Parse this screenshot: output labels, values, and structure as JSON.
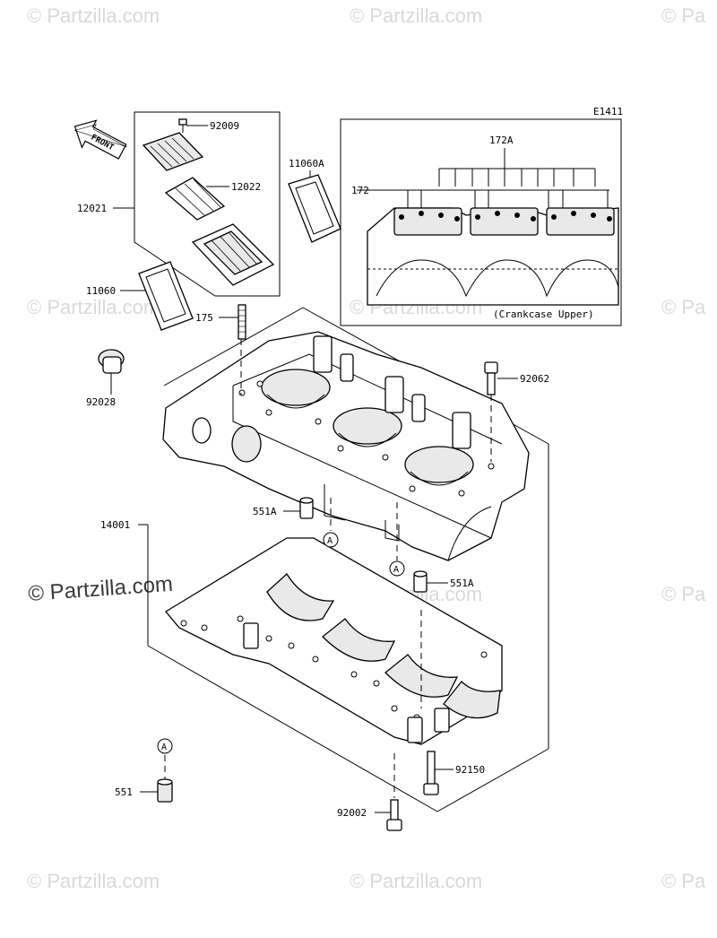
{
  "diagram_code": "E1411",
  "front_label": "FRONT",
  "inset_label": "(Crankcase Upper)",
  "watermark_text": "© Partzilla.com",
  "watermark_short": "© Pa",
  "watermark_color": "#d9d9d9",
  "ref_marker": "A",
  "callouts": {
    "p92009": "92009",
    "p12022": "12022",
    "p12021": "12021",
    "p11060A": "11060A",
    "p11060": "11060",
    "p172A": "172A",
    "p172": "172",
    "p175": "175",
    "p92028": "92028",
    "p92062": "92062",
    "p14001": "14001",
    "p551A_left": "551A",
    "p551A_right": "551A",
    "p92150": "92150",
    "p551": "551",
    "p92002": "92002"
  }
}
